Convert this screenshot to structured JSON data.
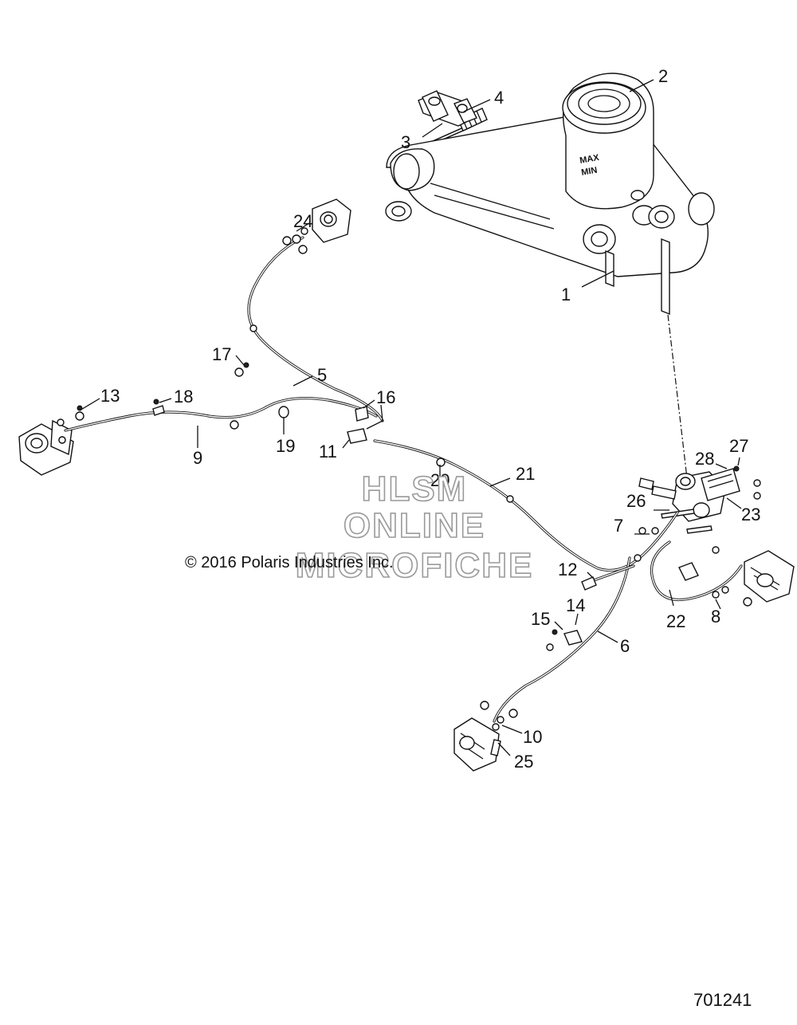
{
  "callouts": [
    {
      "id": "1",
      "label": "1"
    },
    {
      "id": "2",
      "label": "2"
    },
    {
      "id": "3",
      "label": "3"
    },
    {
      "id": "4",
      "label": "4"
    },
    {
      "id": "5",
      "label": "5"
    },
    {
      "id": "6",
      "label": "6"
    },
    {
      "id": "7",
      "label": "7"
    },
    {
      "id": "8",
      "label": "8"
    },
    {
      "id": "9",
      "label": "9"
    },
    {
      "id": "10",
      "label": "10"
    },
    {
      "id": "11",
      "label": "11"
    },
    {
      "id": "12",
      "label": "12"
    },
    {
      "id": "13",
      "label": "13"
    },
    {
      "id": "14",
      "label": "14"
    },
    {
      "id": "15",
      "label": "15"
    },
    {
      "id": "16",
      "label": "16"
    },
    {
      "id": "17",
      "label": "17"
    },
    {
      "id": "18",
      "label": "18"
    },
    {
      "id": "19",
      "label": "19"
    },
    {
      "id": "20",
      "label": "20"
    },
    {
      "id": "21",
      "label": "21"
    },
    {
      "id": "22",
      "label": "22"
    },
    {
      "id": "23",
      "label": "23"
    },
    {
      "id": "24",
      "label": "24"
    },
    {
      "id": "25",
      "label": "25"
    },
    {
      "id": "26",
      "label": "26"
    },
    {
      "id": "27",
      "label": "27"
    },
    {
      "id": "28",
      "label": "28"
    }
  ],
  "reservoir_labels": {
    "max": "MAX",
    "min": "MIN"
  },
  "watermark": {
    "line1": "HLSM",
    "line2": "ONLINE",
    "line3": "MICROFICHE"
  },
  "copyright": "© 2016 Polaris Industries Inc.",
  "drawing_number": "701241"
}
